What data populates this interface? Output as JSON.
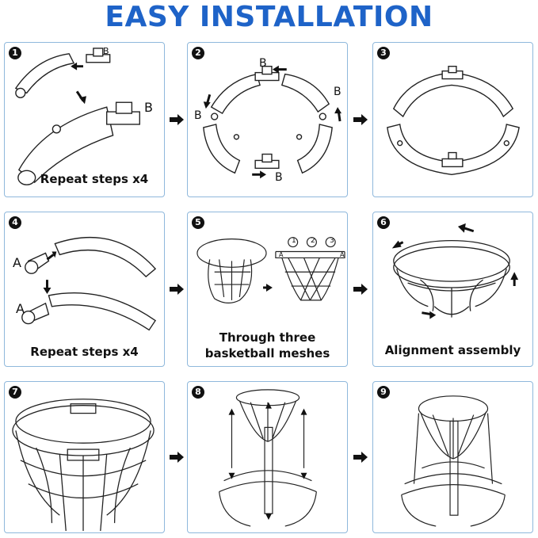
{
  "title": "EASY INSTALLATION",
  "steps": [
    {
      "number": "1",
      "caption": "Repeat steps x4",
      "labels": [
        "B",
        "B"
      ]
    },
    {
      "number": "2",
      "caption": "",
      "labels": [
        "B",
        "B",
        "B",
        "B"
      ]
    },
    {
      "number": "3",
      "caption": ""
    },
    {
      "number": "4",
      "caption": "Repeat steps x4",
      "labels": [
        "A",
        "A"
      ]
    },
    {
      "number": "5",
      "caption_line1": "Through three",
      "caption_line2": "basketball meshes",
      "mesh_labels": [
        "1",
        "2",
        "3"
      ],
      "side_labels": [
        "A",
        "A"
      ]
    },
    {
      "number": "6",
      "caption": "Alignment assembly"
    },
    {
      "number": "7",
      "caption": ""
    },
    {
      "number": "8",
      "caption": ""
    },
    {
      "number": "9",
      "caption": ""
    }
  ],
  "colors": {
    "title": "#1e63c8",
    "panel_border": "#8fb8dc"
  }
}
